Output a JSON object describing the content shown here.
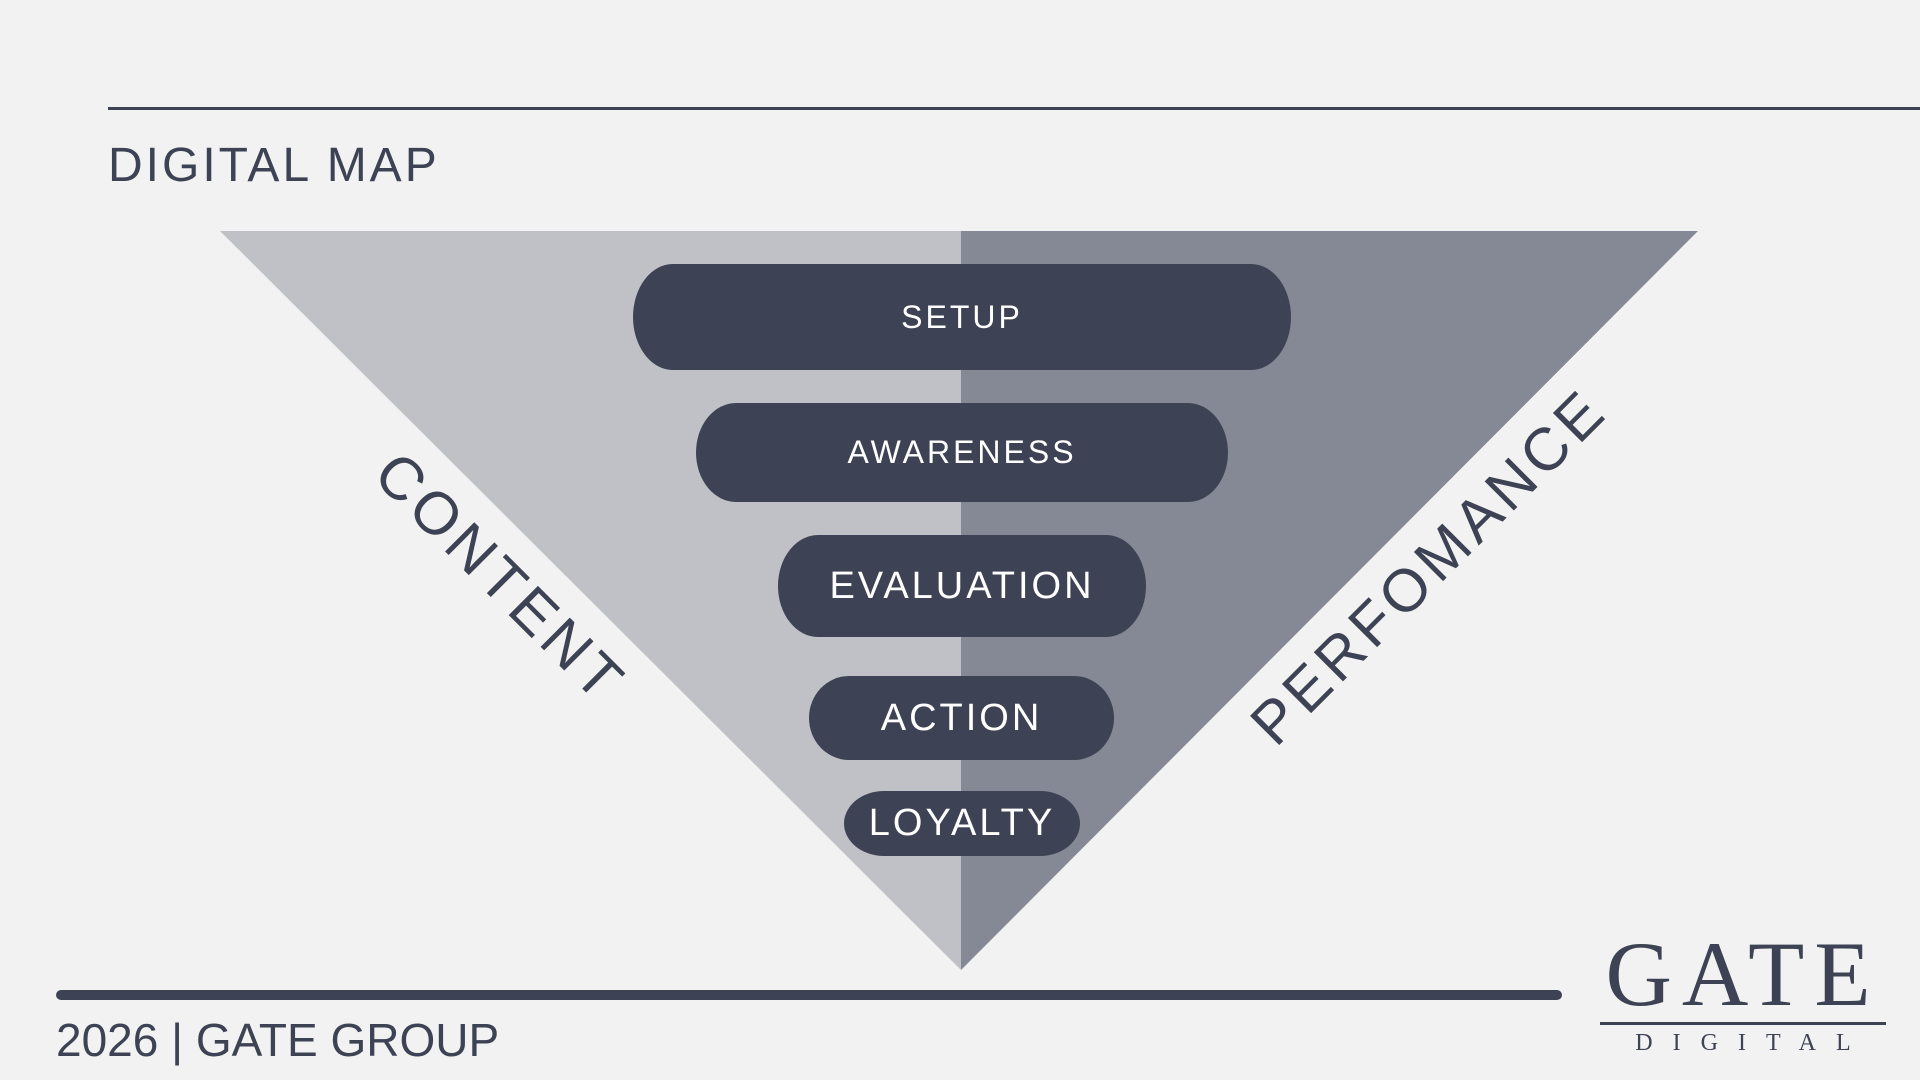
{
  "header": {
    "title": "DIGITAL MAP"
  },
  "funnel": {
    "stages": [
      "SETUP",
      "AWARENESS",
      "EVALUATION",
      "ACTION",
      "LOYALTY"
    ],
    "left_label": "CONTENT",
    "right_label": "PERFOMANCE",
    "colors": {
      "left": "#c0c1c6",
      "right": "#858995",
      "pill": "#3d4354"
    }
  },
  "footer": {
    "text": "2026 | GATE GROUP"
  },
  "logo": {
    "main": "GATE",
    "sub": "DIGITAL"
  }
}
